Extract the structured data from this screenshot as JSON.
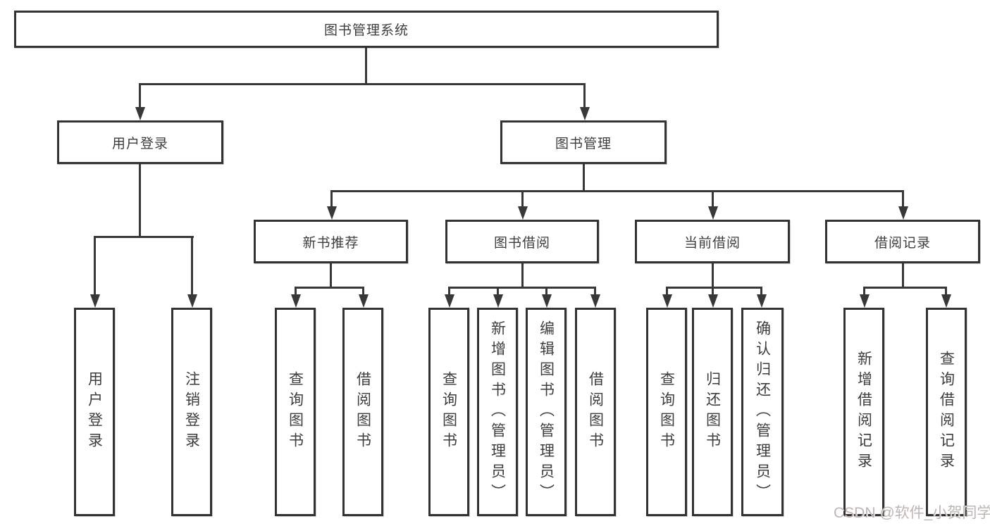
{
  "tree": {
    "root": "图书管理系统",
    "level2": [
      "用户登录",
      "图书管理"
    ],
    "level3": [
      "新书推荐",
      "图书借阅",
      "当前借阅",
      "借阅记录"
    ],
    "user_children": [
      "用户登录",
      "注销登录"
    ],
    "recommend_children": [
      "查询图书",
      "借阅图书"
    ],
    "borrow_children": [
      "查询图书",
      "新增图书（管理员）",
      "编辑图书（管理员）",
      "借阅图书"
    ],
    "current_children": [
      "查询图书",
      "归还图书",
      "确认归还（管理员）"
    ],
    "record_children": [
      "新增借阅记录",
      "查询借阅记录"
    ]
  },
  "watermark": "CSDN @软件_小贺同学",
  "colors": {
    "line": "#383838",
    "box_border": "#333333",
    "text": "#3d3d3d",
    "watermark": "#c0b4b4",
    "background": "#ffffff"
  }
}
